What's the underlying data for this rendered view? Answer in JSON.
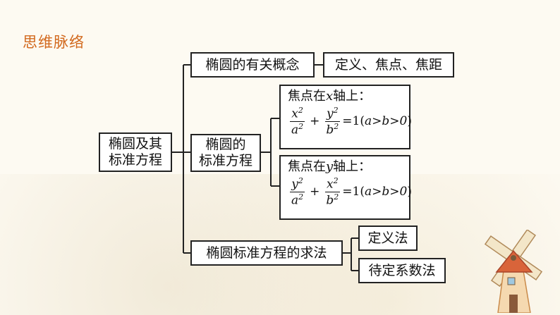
{
  "section_title": "思维脉络",
  "root": {
    "line1": "椭圆及其",
    "line2": "标准方程"
  },
  "branch1": {
    "label": "椭圆的有关概念",
    "detail": "定义、焦点、焦距"
  },
  "branch2": {
    "line1": "椭圆的",
    "line2": "标准方程"
  },
  "focus_x": {
    "head_pre": "焦点在",
    "axis": "x",
    "head_post": "轴上：",
    "num1": "x",
    "den1": "a",
    "num2": "y",
    "den2": "b",
    "exp": "2",
    "plus": "+",
    "rhs": "=1(",
    "cond": "a>b>0",
    "close": ")"
  },
  "focus_y": {
    "head_pre": "焦点在",
    "axis": "y",
    "head_post": "轴上：",
    "num1": "y",
    "den1": "a",
    "num2": "x",
    "den2": "b",
    "exp": "2",
    "plus": "+",
    "rhs": "=1(",
    "cond": "a>b>0",
    "close": ")"
  },
  "branch3": {
    "label": "椭圆标准方程的求法",
    "method1": "定义法",
    "method2": "待定系数法"
  }
}
